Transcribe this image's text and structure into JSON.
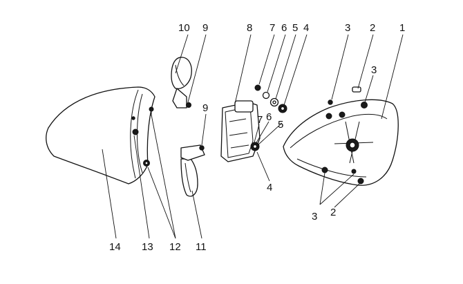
{
  "diagram": {
    "callouts": {
      "c1": "1",
      "c2a": "2",
      "c2b": "2",
      "c3a": "3",
      "c3b": "3",
      "c3c": "3",
      "c4a": "4",
      "c4b": "4",
      "c5a": "5",
      "c5b": "5",
      "c6a": "6",
      "c6b": "6",
      "c7a": "7",
      "c7b": "7",
      "c8": "8",
      "c9a": "9",
      "c9b": "9",
      "c10": "10",
      "c11": "11",
      "c12": "12",
      "c13": "13",
      "c14": "14"
    }
  }
}
